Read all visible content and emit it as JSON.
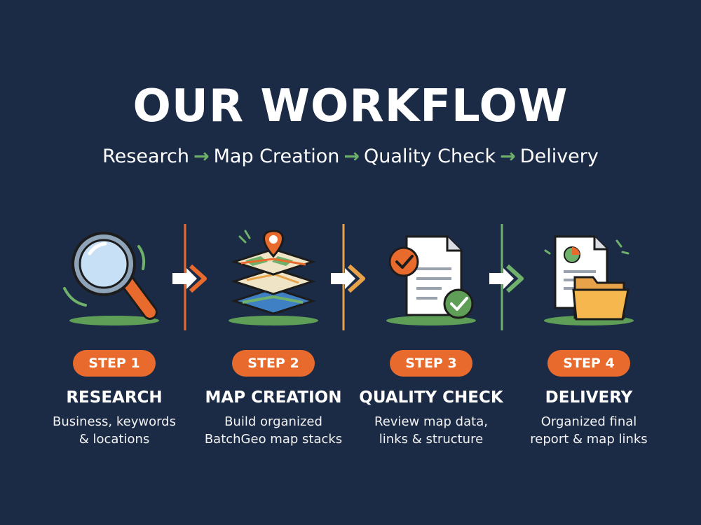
{
  "header": {
    "title": "OUR WORKFLOW",
    "flow": [
      "Research",
      "Map Creation",
      "Quality Check",
      "Delivery"
    ],
    "flow_arrow": "→"
  },
  "steps": [
    {
      "badge": "STEP 1",
      "title": "RESEARCH",
      "description": "Business, keywords\n& locations",
      "icon": "magnifying-glass-icon"
    },
    {
      "badge": "STEP 2",
      "title": "MAP CREATION",
      "description": "Build organized\nBatchGeo map stacks",
      "icon": "map-stack-icon"
    },
    {
      "badge": "STEP 3",
      "title": "QUALITY CHECK",
      "description": "Review map data,\nlinks & structure",
      "icon": "checked-document-icon"
    },
    {
      "badge": "STEP 4",
      "title": "DELIVERY",
      "description": "Organized final\nreport & map links",
      "icon": "report-folder-icon"
    }
  ],
  "colors": {
    "background": "#1b2b45",
    "accent_orange": "#e86a2c",
    "accent_green": "#6fb06a",
    "text": "#ffffff"
  }
}
